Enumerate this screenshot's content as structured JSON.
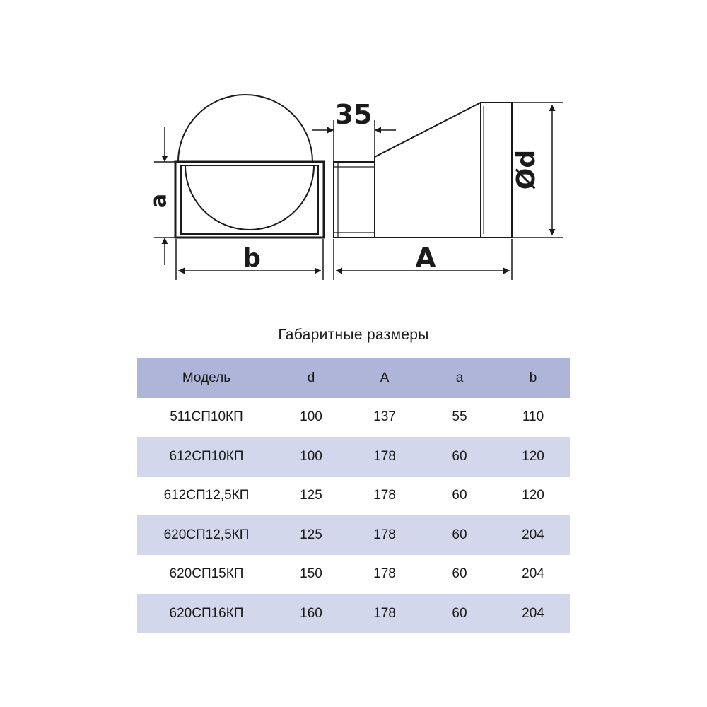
{
  "drawing": {
    "labels": {
      "a": "a",
      "b": "b",
      "flange": "35",
      "A": "A",
      "d": "Ød"
    }
  },
  "table": {
    "title": "Габаритные размеры",
    "columns": [
      "Модель",
      "d",
      "A",
      "a",
      "b"
    ],
    "rows": [
      [
        "511СП10КП",
        "100",
        "137",
        "55",
        "110"
      ],
      [
        "612СП10КП",
        "100",
        "178",
        "60",
        "120"
      ],
      [
        "612СП12,5КП",
        "125",
        "178",
        "60",
        "120"
      ],
      [
        "620СП12,5КП",
        "125",
        "178",
        "60",
        "204"
      ],
      [
        "620СП15КП",
        "150",
        "178",
        "60",
        "204"
      ],
      [
        "620СП16КП",
        "160",
        "178",
        "60",
        "204"
      ]
    ]
  }
}
